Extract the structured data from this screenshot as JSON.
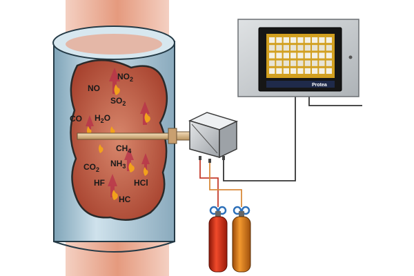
{
  "gases": [
    {
      "id": "no2",
      "base": "NO",
      "sub": "2"
    },
    {
      "id": "no",
      "base": "NO",
      "sub": ""
    },
    {
      "id": "so2",
      "base": "SO",
      "sub": "2"
    },
    {
      "id": "co",
      "base": "CO",
      "sub": ""
    },
    {
      "id": "h2o",
      "base": "H",
      "sub": "2",
      "tail": "O"
    },
    {
      "id": "ch4",
      "base": "CH",
      "sub": "4"
    },
    {
      "id": "co2",
      "base": "CO",
      "sub": "2"
    },
    {
      "id": "nh3",
      "base": "NH",
      "sub": "3"
    },
    {
      "id": "hf",
      "base": "HF",
      "sub": ""
    },
    {
      "id": "hcl",
      "base": "HCl",
      "sub": ""
    },
    {
      "id": "hc",
      "base": "HC",
      "sub": ""
    }
  ],
  "monitor": {
    "brand": "Protea",
    "screen_rows": 5,
    "screen_cols": 9
  },
  "cylinders": [
    {
      "name": "red-cylinder",
      "color": "#d42a10"
    },
    {
      "name": "orange-cylinder",
      "color": "#e0781a"
    }
  ],
  "colors": {
    "duct": "#a9c6d6",
    "duct_outline": "#243a46",
    "cutaway": "#c2604a",
    "heat_glow": "#e8a488",
    "probe": "#d6b58a",
    "analyser_box": "#c9ccd0",
    "panel": "#c4c8cc",
    "screen_bg": "#d2a020",
    "cable": "#333333",
    "red_line": "#c43a2a",
    "orange_line": "#d98a3a",
    "flame": "#f2a11c"
  }
}
